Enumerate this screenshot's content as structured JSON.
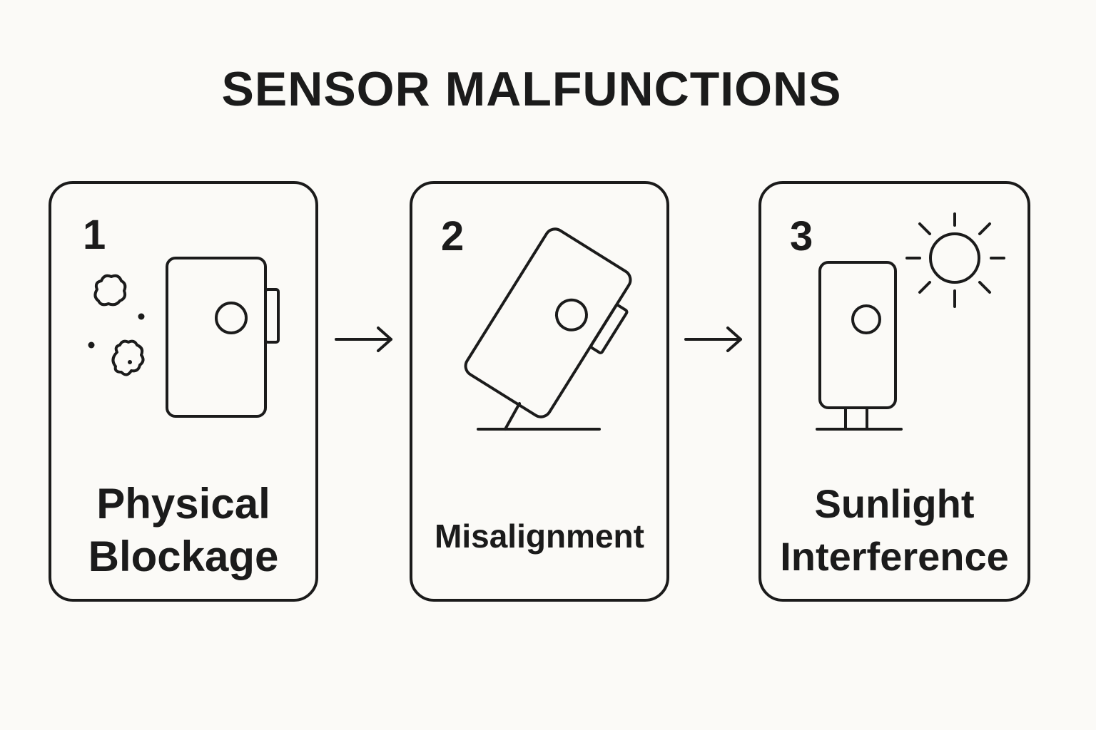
{
  "title": "SENSOR MALFUNCTIONS",
  "steps": [
    {
      "number": "1",
      "label": "Physical\nBlockage",
      "icon": "blocked-sensor-icon"
    },
    {
      "number": "2",
      "label": "Misalignment",
      "icon": "tilted-sensor-icon"
    },
    {
      "number": "3",
      "label": "Sunlight\nInterference",
      "icon": "sunlit-sensor-icon"
    }
  ],
  "connectors": [
    "arrow-right",
    "arrow-right"
  ],
  "colors": {
    "ink": "#1b1b1b",
    "background": "#fbfaf7"
  }
}
